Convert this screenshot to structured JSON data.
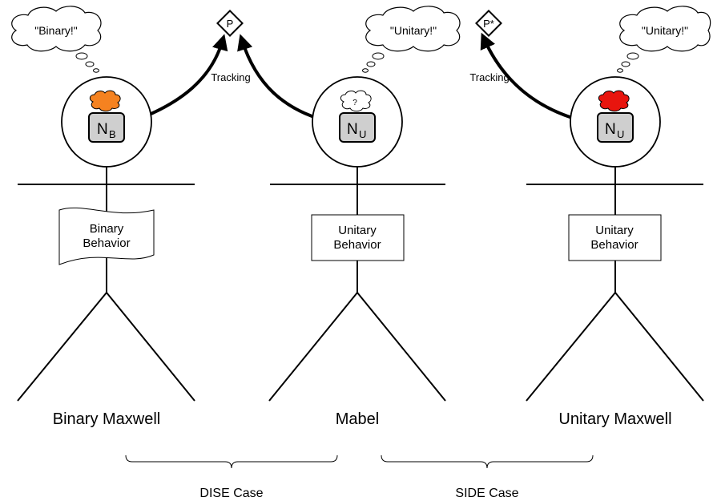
{
  "colors": {
    "binary_cloud": "#f58220",
    "unitary_cloud_mabel": "#ffffff",
    "unitary_cloud_maxwell": "#e8150e",
    "neuron_box": "#cfcfcf",
    "stroke": "#000000"
  },
  "figures": [
    {
      "name": "Binary Maxwell",
      "thought": "\"Binary!\"",
      "neuron_main": "N",
      "neuron_sub": "B",
      "behavior_line1": "Binary",
      "behavior_line2": "Behavior",
      "cloud_mark": ""
    },
    {
      "name": "Mabel",
      "thought": "\"Unitary!\"",
      "neuron_main": "N",
      "neuron_sub": "U",
      "behavior_line1": "Unitary",
      "behavior_line2": "Behavior",
      "cloud_mark": "?"
    },
    {
      "name": "Unitary Maxwell",
      "thought": "\"Unitary!\"",
      "neuron_main": "N",
      "neuron_sub": "U",
      "behavior_line1": "Unitary",
      "behavior_line2": "Behavior",
      "cloud_mark": ""
    }
  ],
  "properties": {
    "p": "P",
    "p_star": "P*"
  },
  "tracking_labels": {
    "left": "Tracking",
    "right": "Tracking"
  },
  "cases": {
    "dise": "DISE Case",
    "side": "SIDE Case"
  }
}
